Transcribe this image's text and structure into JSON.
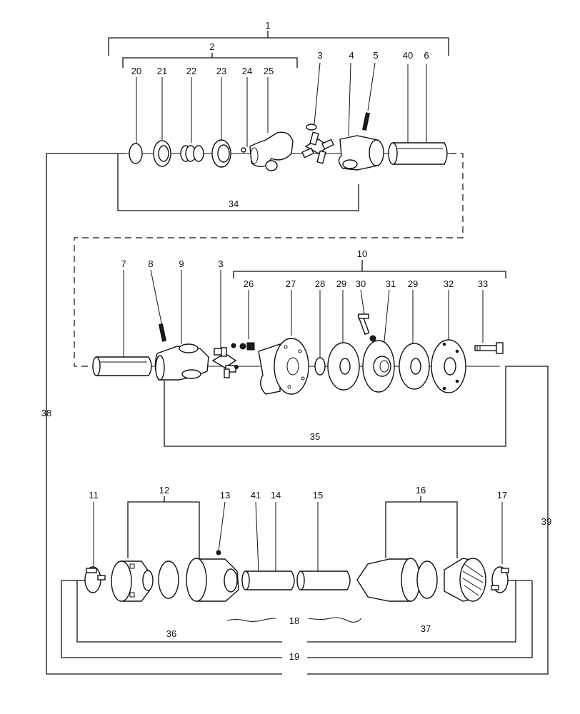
{
  "labels": [
    "1",
    "2",
    "3",
    "4",
    "5",
    "40",
    "6",
    "20",
    "21",
    "22",
    "23",
    "24",
    "25",
    "34",
    "10",
    "7",
    "8",
    "9",
    "3",
    "26",
    "27",
    "28",
    "29",
    "30",
    "31",
    "29",
    "32",
    "33",
    "35",
    "38",
    "39",
    "11",
    "12",
    "13",
    "41",
    "14",
    "15",
    "16",
    "17",
    "18",
    "36",
    "37",
    "19"
  ],
  "icons": [
    "seal-ring",
    "guard-bearing",
    "circlip",
    "cross-journal",
    "yoke",
    "roll-pin",
    "tube",
    "flange",
    "friction-disc",
    "bolt",
    "shear-clip",
    "guard-cone",
    "guard-tube",
    "chain"
  ]
}
